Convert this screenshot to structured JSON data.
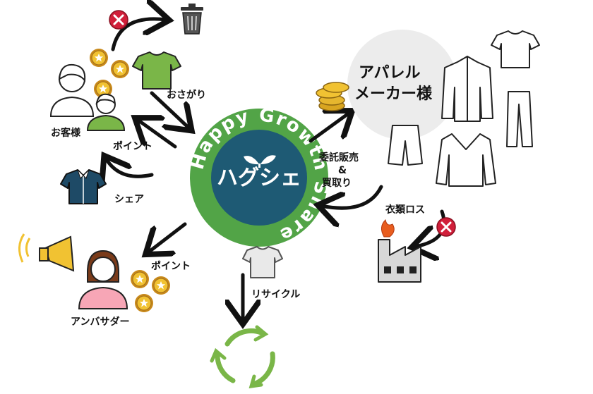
{
  "center": {
    "logo_text": "ハグシェ",
    "ring_text": "Happy Growth Share",
    "colors": {
      "ring": "#52a447",
      "core": "#1e5a74",
      "text": "#ffffff"
    }
  },
  "labels": {
    "customer": "お客様",
    "hand_me_down": "おさがり",
    "point_top": "ポイント",
    "share": "シェア",
    "point_bottom": "ポイント",
    "ambassador": "アンバサダー",
    "recycle": "リサイクル",
    "consign_line1": "委託販売",
    "consign_line2": "&",
    "consign_line3": "買取り",
    "maker_line1": "アパレル",
    "maker_line2": "メーカー様",
    "clothing_loss": "衣類ロス"
  },
  "icons": {
    "trash": "trash-can-icon",
    "forbidden": "red-x-circle-icon",
    "coin": "gold-star-coin-icon",
    "tshirt": "tshirt-icon",
    "shirt": "shirt-icon",
    "megaphone": "megaphone-icon",
    "factory": "factory-icon",
    "recycle": "recycle-icon"
  },
  "colors": {
    "green": "#7ab648",
    "gold": "#d9a520",
    "red": "#c8102e",
    "pink": "#f7a6b6",
    "navy": "#1e4a66",
    "arrow": "#111111"
  }
}
